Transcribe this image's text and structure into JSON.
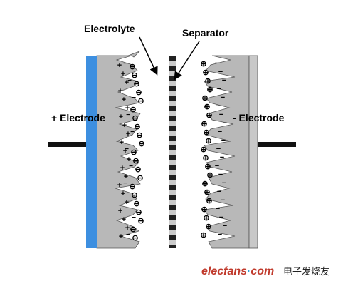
{
  "labels": {
    "electrolyte": "Electrolyte",
    "separator": "Separator",
    "positive_electrode": "+ Electrode",
    "negative_electrode": "- Electrode"
  },
  "symbols": {
    "plus": "+",
    "minus": "−",
    "anion": "⊖",
    "cation": "⊕"
  },
  "watermark": {
    "brand_prefix": "elec",
    "brand_mid": "fans",
    "brand_dot": "·",
    "brand_suffix": "com",
    "brand_cn": "电子发烧友"
  },
  "colors": {
    "collector_blue": "#3d8fe0",
    "electrode_gray": "#b8b8b8",
    "outline": "#555555",
    "lead": "#111111",
    "separator_dark": "#222222",
    "separator_light": "#cccccc",
    "watermark_red": "#c0392b"
  }
}
